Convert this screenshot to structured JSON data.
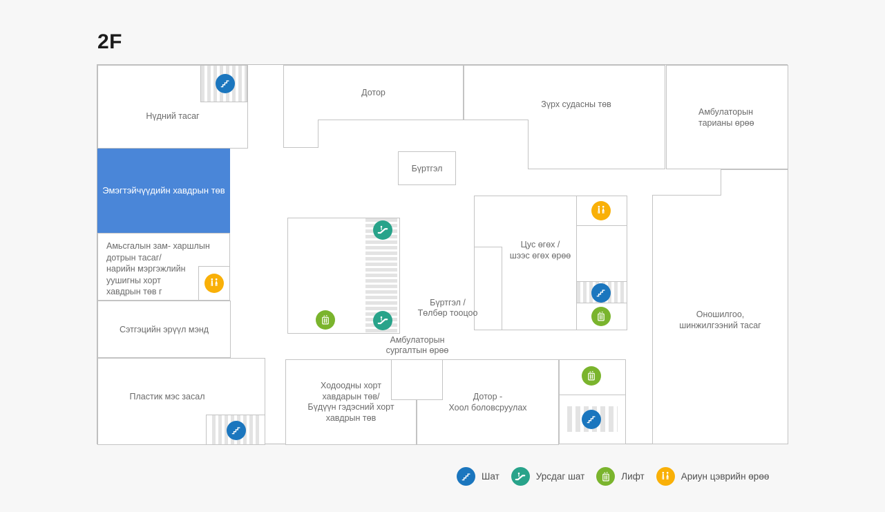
{
  "title": "2F",
  "rooms": {
    "eye": "Нүдний тасаг",
    "womens_cancer": "Эмэгтэйчүүдийн хавдрын төв",
    "respiratory": "Амьсгалын зам- харшлын\nдотрын тасаг/\nнарийн мэргэжлийн\nуушигны хорт\nхавдрын төв г",
    "mental": "Сэтгэцийн эрүүл мэнд",
    "plastic": "Пластик мэс засал",
    "internal": "Дотор",
    "registration": "Бүртгэл",
    "cardio": "Зүрх судасны төв",
    "outpatient_injection": "Амбулаторын\nтарианы өрөө",
    "blood_urine": "Цус өгөх /\nшээс өгөх өрөө",
    "registration_payment": "Бүртгэл /\nТөлбөр тооцоо",
    "outpatient_training": "Амбулаторын\nсургалтын өрөө",
    "stomach_colon": "Ходоодны хорт\nхавдарын төв/\nБүдүүн гэдэсний хорт\nхавдрын төв",
    "internal_digestive": "Дотор -\nХоол боловсруулах",
    "diagnostics": "Оношилгоо,\nшинжилгээний тасаг"
  },
  "legend": {
    "items": [
      {
        "icon": "stairs-icon",
        "label": "Шат",
        "color": "#1b76be"
      },
      {
        "icon": "escalator-icon",
        "label": "Урсдаг шат",
        "color": "#28a38a"
      },
      {
        "icon": "lift-icon",
        "label": "Лифт",
        "color": "#7ab42d"
      },
      {
        "icon": "restroom-icon",
        "label": "Ариун цэврийн өрөө",
        "color": "#f9b008"
      }
    ]
  },
  "colors": {
    "highlight_room": "#4a86d8",
    "stairs": "#1b76be",
    "escalator": "#28a38a",
    "lift": "#7ab42d",
    "restroom": "#f9b008",
    "wall": "#c3c3c3",
    "label_text": "#6b6b6b",
    "page_background": "#f7f7f7"
  }
}
